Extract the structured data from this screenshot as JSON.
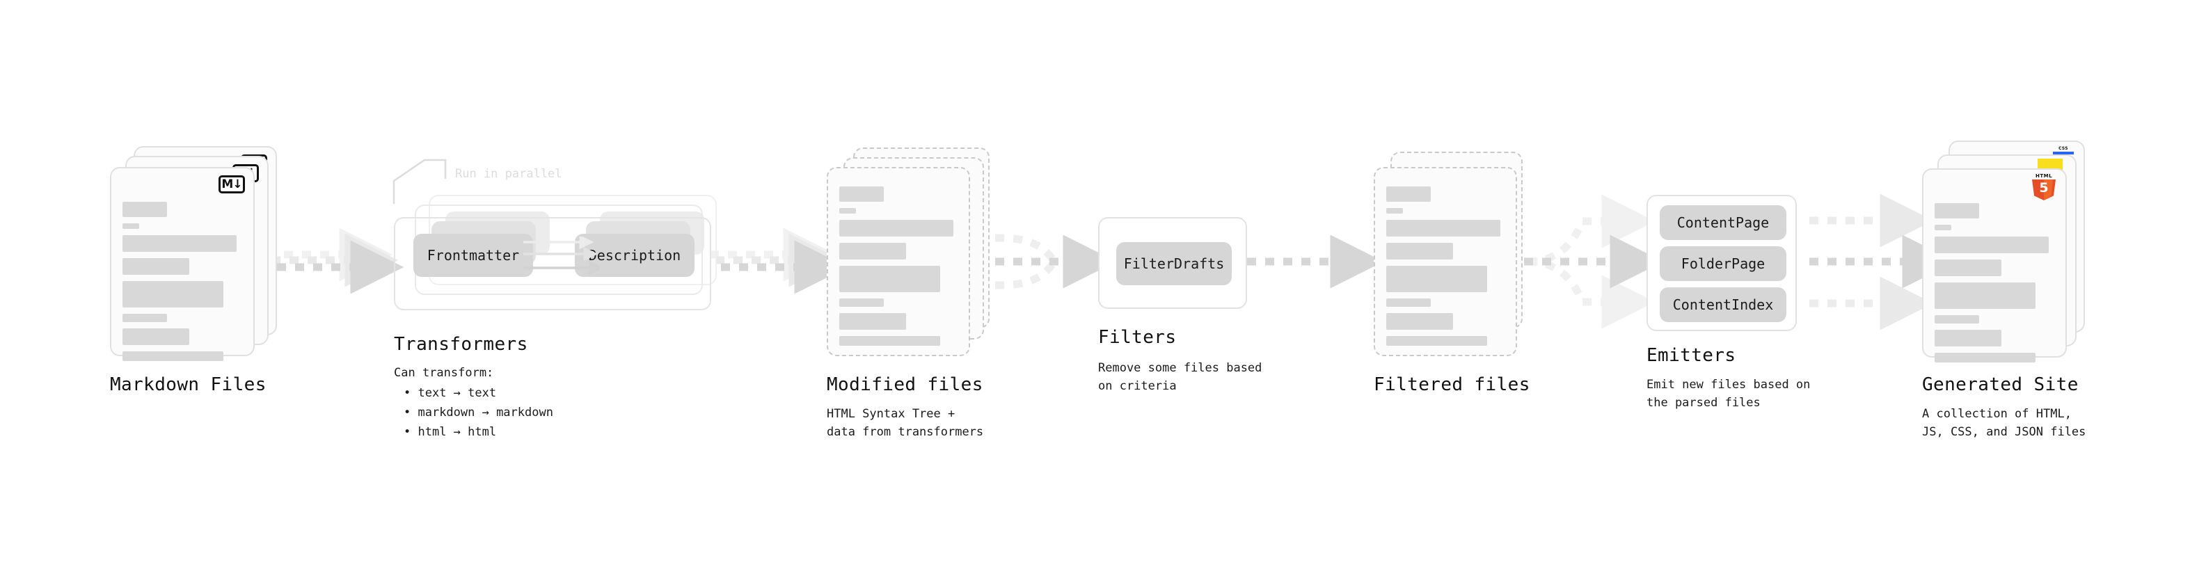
{
  "diagram": {
    "title_suppressed": true,
    "colors": {
      "background": "#ffffff",
      "card_fill": "#fbfbfb",
      "card_border": "#e0e0e0",
      "card_border_dashed": "#c9c9c9",
      "skeleton_bar": "#d8d8d8",
      "pill_fill": "#d6d6d6",
      "arrow": "#d8d8d8",
      "text": "#111111",
      "muted_text": "#dcdcdc",
      "html5_orange": "#e44d26",
      "css_blue": "#2965f1",
      "js_yellow": "#f7df1e"
    }
  },
  "steps": [
    {
      "id": "markdown-files",
      "title": "Markdown Files",
      "description": "",
      "badge": "markdown-icon",
      "badge_label": "M"
    },
    {
      "id": "transformers",
      "title": "Transformers",
      "parallel_label": "Run in parallel",
      "description": "Can transform:",
      "bullets": [
        "text → text",
        "markdown → markdown",
        "html → html"
      ],
      "pills": [
        "Frontmatter",
        "Description"
      ]
    },
    {
      "id": "modified-files",
      "title": "Modified files",
      "description": "HTML Syntax Tree +\ndata from transformers"
    },
    {
      "id": "filters",
      "title": "Filters",
      "description": "Remove some files based\non criteria",
      "pills": [
        "FilterDrafts"
      ]
    },
    {
      "id": "filtered-files",
      "title": "Filtered files",
      "description": ""
    },
    {
      "id": "emitters",
      "title": "Emitters",
      "description": "Emit new files based on\nthe parsed files",
      "pills": [
        "ContentPage",
        "FolderPage",
        "ContentIndex"
      ]
    },
    {
      "id": "generated-site",
      "title": "Generated Site",
      "description": "A collection of HTML,\nJS, CSS, and JSON files",
      "badges": [
        "css-icon",
        "js-icon",
        "html5-icon"
      ],
      "badge_labels": {
        "css": "CSS",
        "html": "HTML",
        "html_digit": "5"
      }
    }
  ]
}
